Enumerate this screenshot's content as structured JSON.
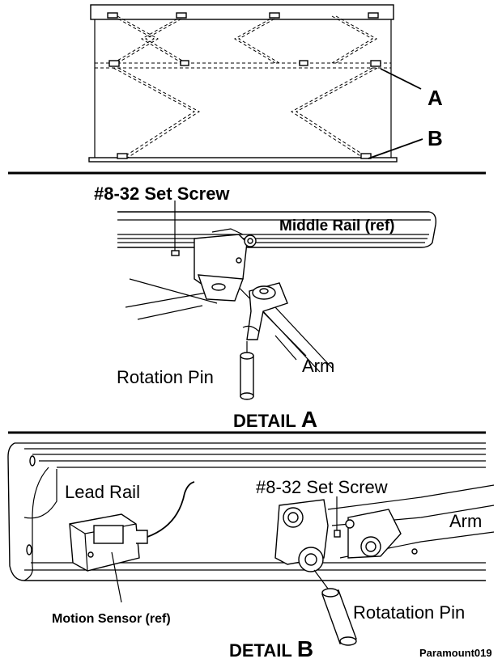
{
  "overview": {
    "callout_a": "A",
    "callout_b": "B"
  },
  "detail_a": {
    "set_screw_label": "#8-32 Set Screw",
    "middle_rail_label": "Middle Rail (ref)",
    "rotation_pin_label": "Rotation Pin",
    "arm_label": "Arm",
    "title_word": "DETAIL",
    "title_letter": "A"
  },
  "detail_b": {
    "lead_rail_label": "Lead Rail",
    "set_screw_label": "#8-32 Set Screw",
    "arm_label": "Arm",
    "motion_sensor_label": "Motion Sensor (ref)",
    "rotation_pin_label": "Rotatation Pin",
    "title_word": "DETAIL",
    "title_letter": "B"
  },
  "figure_id": "Paramount019"
}
